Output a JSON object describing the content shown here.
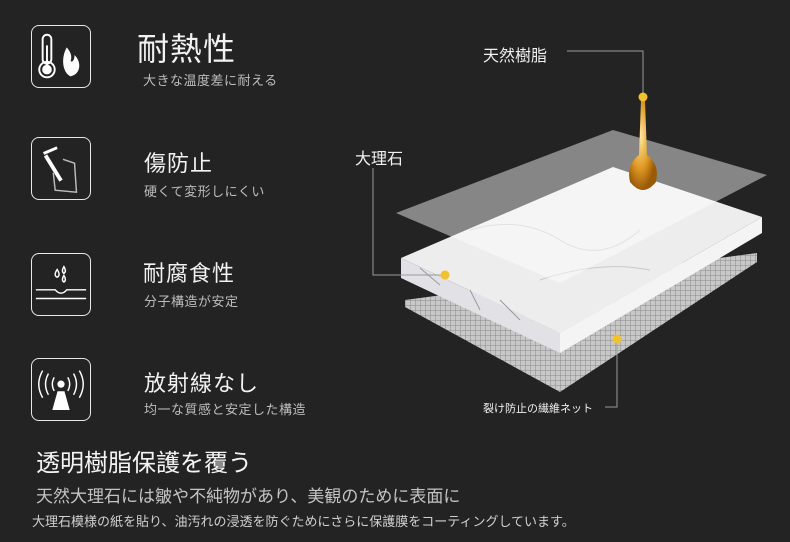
{
  "features": [
    {
      "icon": "thermometer-flame-icon",
      "title": "耐熱性",
      "subtitle": "大きな温度差に耐える"
    },
    {
      "icon": "scratch-icon",
      "title": "傷防止",
      "subtitle": "硬くて変形しにくい"
    },
    {
      "icon": "water-drop-surface-icon",
      "title": "耐腐食性",
      "subtitle": "分子構造が安定"
    },
    {
      "icon": "no-radiation-icon",
      "title": "放射線なし",
      "subtitle": "均一な質感と安定した構造"
    }
  ],
  "diagram": {
    "labels": {
      "resin": "天然樹脂",
      "marble": "大理石",
      "net": "裂け防止の繊維ネット"
    },
    "colors": {
      "accent": "#f2c12e",
      "resin": "#d98d1a"
    }
  },
  "footer": {
    "heading": "透明樹脂保護を覆う",
    "line1": "天然大理石には皺や不純物があり、美観のために表面に",
    "line2": "大理石模様の紙を貼り、油汚れの浸透を防ぐためにさらに保護膜をコーティングしています。"
  }
}
